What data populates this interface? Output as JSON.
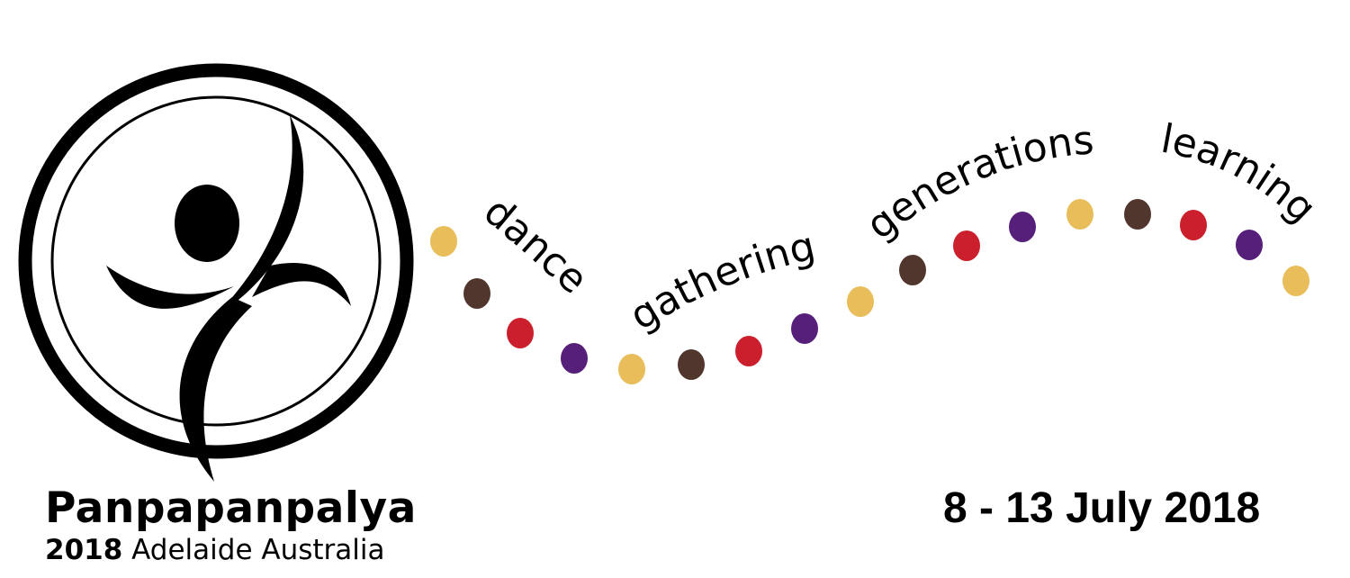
{
  "words": [
    "dance",
    "gathering",
    "generations",
    "learning"
  ],
  "brand": {
    "name": "Panpapanpalya",
    "year": "2018",
    "place": "Adelaide Australia"
  },
  "dates": "8 - 13 July 2018",
  "colors": {
    "ink": "#000000",
    "ochre": "#e8bd5a",
    "brown": "#51362e",
    "red": "#cc1f2d",
    "purple": "#561f7a"
  },
  "dots": [
    "ochre",
    "brown",
    "red",
    "purple",
    "ochre",
    "brown",
    "red",
    "purple",
    "ochre",
    "brown",
    "red",
    "purple",
    "ochre",
    "brown",
    "red",
    "purple",
    "ochre"
  ]
}
